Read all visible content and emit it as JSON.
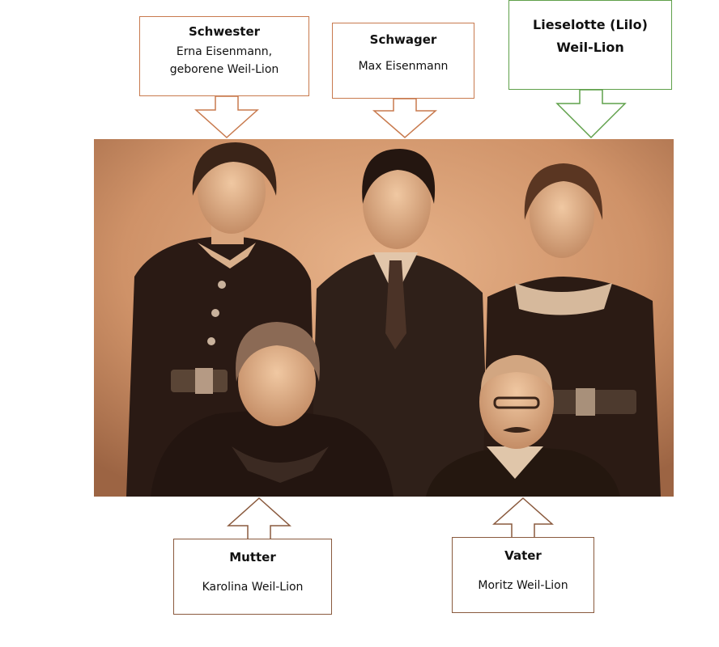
{
  "labels": {
    "schwester": {
      "role": "Schwester",
      "name_line1": "Erna Eisenmann,",
      "name_line2": "geborene Weil-Lion"
    },
    "schwager": {
      "role": "Schwager",
      "name": "Max Eisenmann"
    },
    "lilo": {
      "name_line1": "Lieselotte (Lilo)",
      "name_line2": "Weil-Lion"
    },
    "mutter": {
      "role": "Mutter",
      "name": "Karolina Weil-Lion"
    },
    "vater": {
      "role": "Vater",
      "name": "Moritz Weil-Lion"
    }
  },
  "colors": {
    "brown_outline": "#c87a4e",
    "dark_brown_outline": "#8a5a3e",
    "green_outline": "#5fa04a",
    "photo_background": "#c98e62"
  }
}
